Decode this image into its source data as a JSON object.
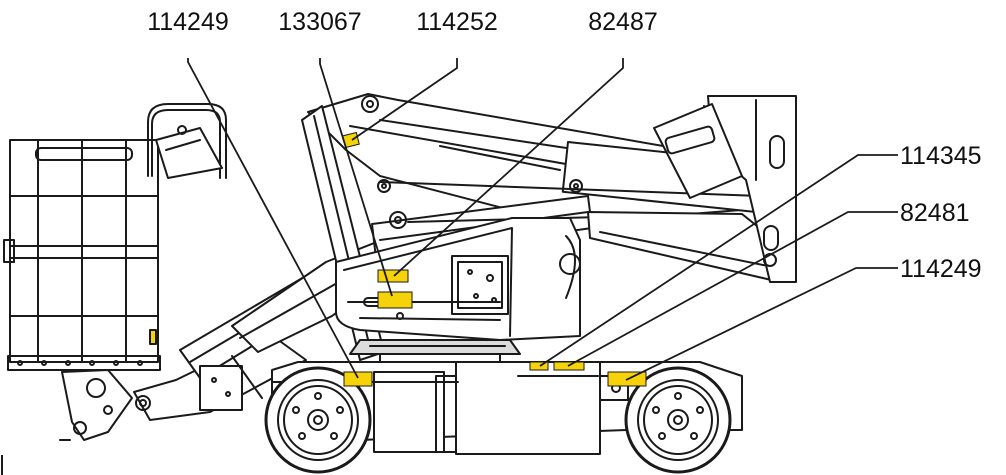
{
  "callouts": {
    "top": [
      "114249",
      "133067",
      "114252",
      "82487"
    ],
    "right": [
      "114345",
      "82481",
      "114249"
    ]
  },
  "colors": {
    "line": "#1a1a1a",
    "decal": "#f5d20a",
    "body_fill": "#ffffff",
    "shade": "#dcdcdc"
  }
}
